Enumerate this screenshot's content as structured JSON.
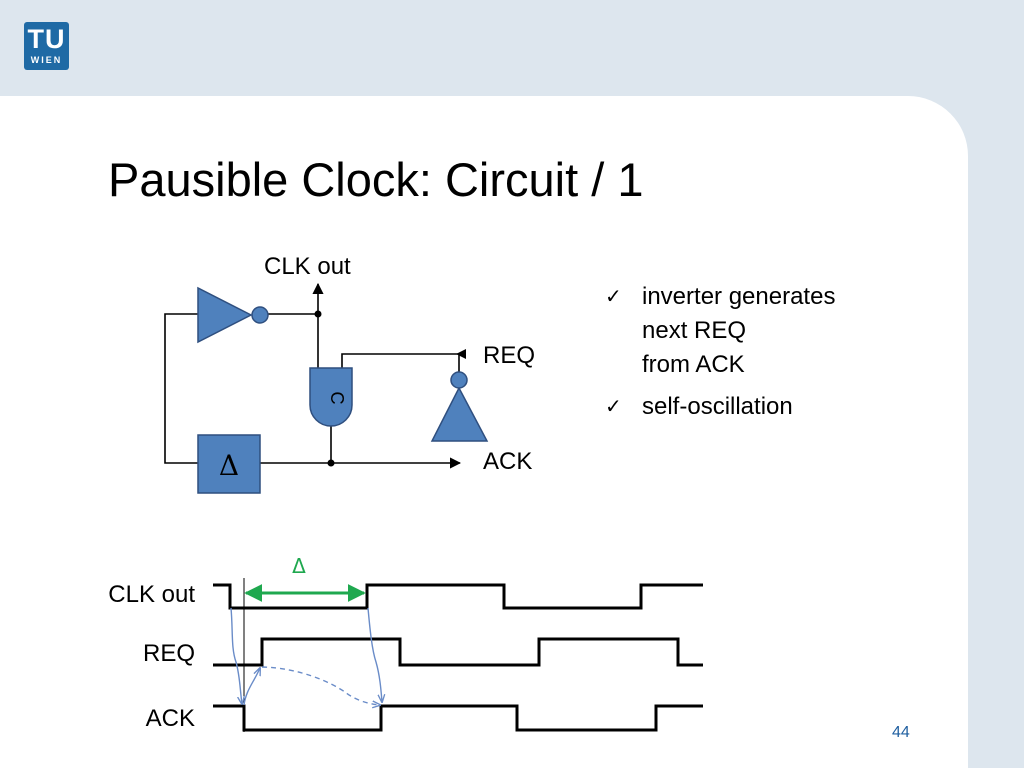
{
  "logo": {
    "top": "TU",
    "bottom": "WIEN"
  },
  "title": "Pausible Clock: Circuit / 1",
  "circuit": {
    "clk_out_label": "CLK out",
    "req_label": "REQ",
    "ack_label": "ACK",
    "delay_symbol": "Δ",
    "c_element_label": "C"
  },
  "bullets": [
    {
      "check": "✓",
      "text": "inverter generates\nnext REQ\nfrom ACK"
    },
    {
      "check": "✓",
      "text": "self-oscillation"
    }
  ],
  "timing": {
    "delta_label": "Δ",
    "signals": [
      "CLK out",
      "REQ",
      "ACK"
    ]
  },
  "colors": {
    "gate_fill": "#4f81bd",
    "gate_stroke": "#2f4f7f",
    "delta_arrow": "#1fa84f",
    "causality_arrow": "#6a8cc8",
    "brand": "#1f6aa5"
  },
  "page_number": "44"
}
